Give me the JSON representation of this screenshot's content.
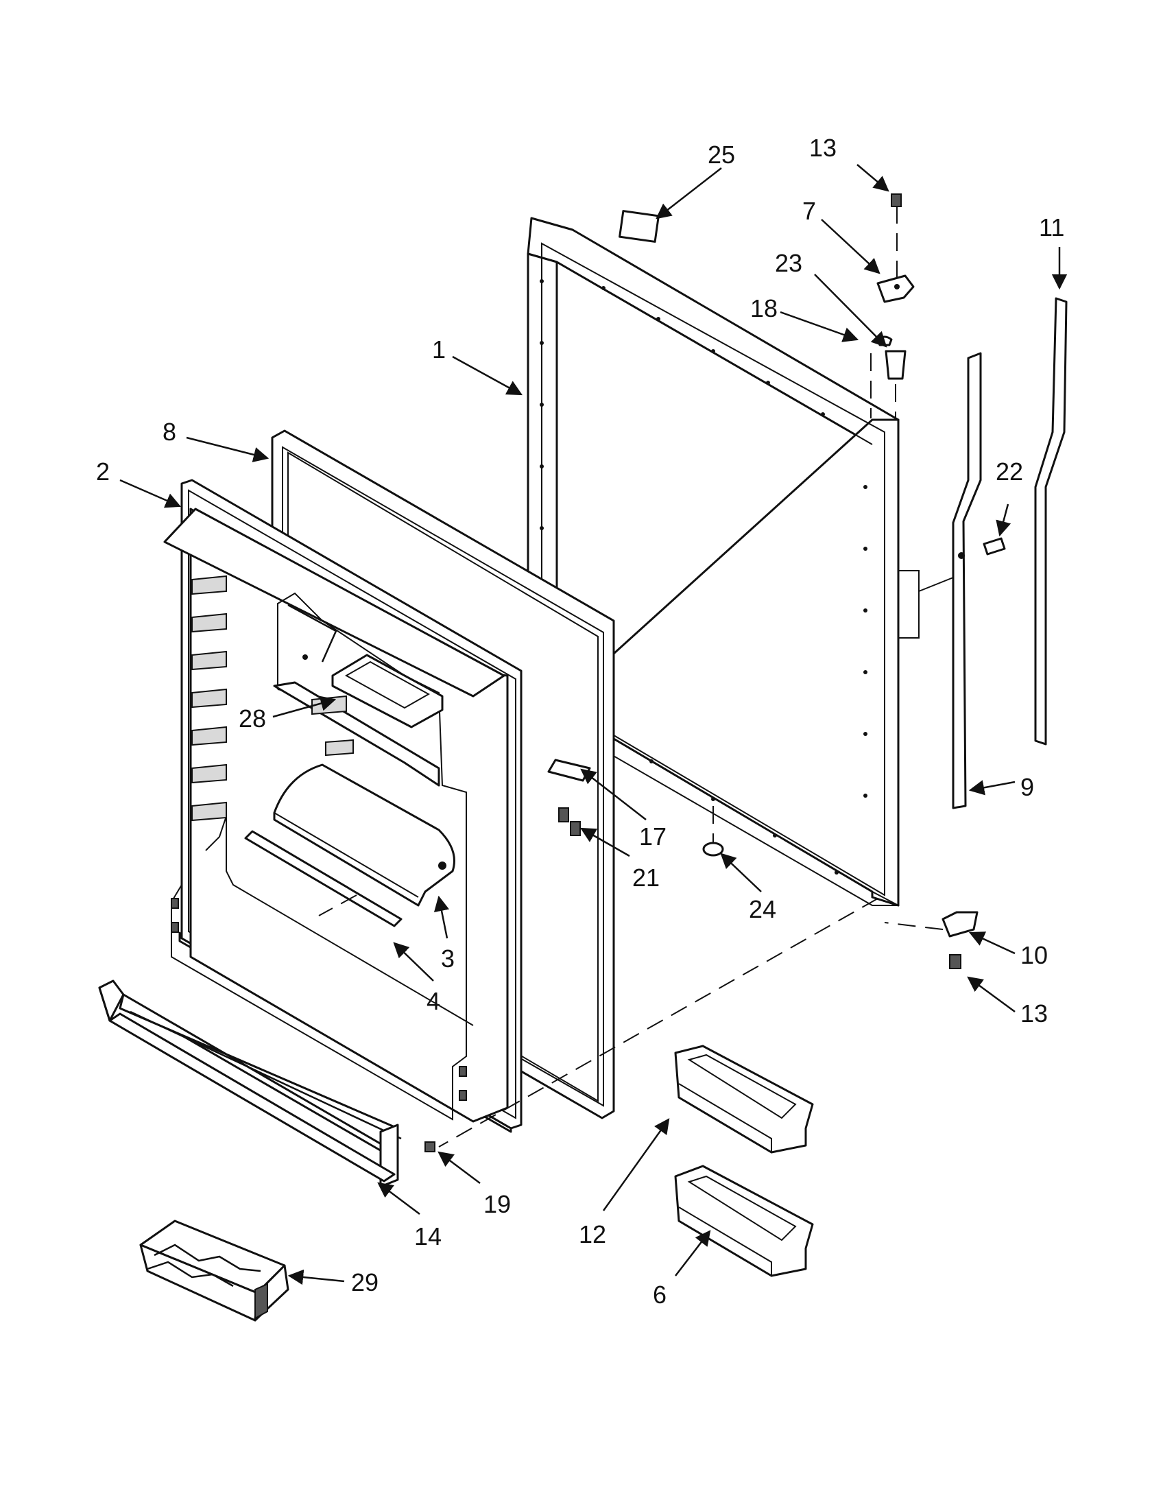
{
  "diagram": {
    "callouts": [
      "25",
      "13",
      "7",
      "23",
      "18",
      "11",
      "1",
      "8",
      "2",
      "22",
      "28",
      "9",
      "17",
      "21",
      "24",
      "3",
      "10",
      "4",
      "13",
      "14",
      "19",
      "12",
      "29",
      "6"
    ]
  }
}
